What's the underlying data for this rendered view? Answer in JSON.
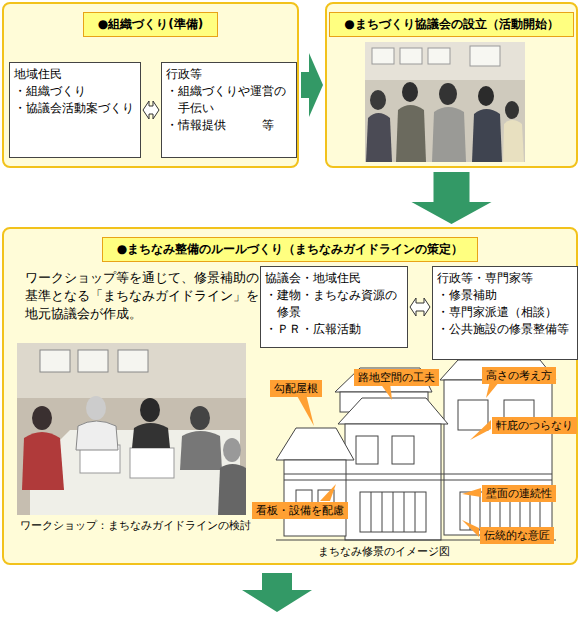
{
  "diagram": {
    "nodes": [
      {
        "text": [
          "●組織づくり(準備)"
        ]
      },
      {
        "text": [
          "地域住民",
          "・組織づくり",
          "・協議会活動案づくり"
        ],
        "in": 0
      },
      {
        "text": [
          "行政等",
          "・組織づくりや運営の手伝い",
          "・情報提供　　　等"
        ],
        "in": 0
      },
      {
        "text": [
          "●まちづくり協議会の設立（活動開始）"
        ]
      },
      {
        "text": [
          "●まちなみ整備のルールづくり（まちなみガイドラインの策定）",
          "ワークショップ等を通じて、修景補助の基準となる「まちなみガイドライン」を地元協議会が作成。"
        ]
      },
      {
        "text": [
          "協議会・地域住民",
          "・建物・まちなみ資源の修景",
          "・ＰＲ・広報活動"
        ],
        "in": 4
      },
      {
        "text": [
          "行政等・専門家等",
          "・修景補助",
          "・専門家派遣（相談）",
          "・公共施設の修景整備等"
        ],
        "in": 4
      },
      {
        "text": [
          "勾配屋根"
        ],
        "in": 4
      },
      {
        "text": [
          "路地空間の工夫"
        ],
        "in": 4
      },
      {
        "text": [
          "高さの考え方"
        ],
        "in": 4
      },
      {
        "text": [
          "軒庇のつらなり"
        ],
        "in": 4
      },
      {
        "text": [
          "壁面の連続性"
        ],
        "in": 4
      },
      {
        "text": [
          "看板・設備を配慮"
        ],
        "in": 4
      },
      {
        "text": [
          "伝統的な意匠"
        ],
        "in": 4
      }
    ],
    "edges": [
      {
        "from": 0,
        "to": 3,
        "arrow": "to"
      },
      {
        "from": 1,
        "to": 2,
        "arrow": "both"
      },
      {
        "from": 3,
        "to": 4,
        "arrow": "to"
      },
      {
        "from": 5,
        "to": 6,
        "arrow": "both"
      }
    ],
    "labels": [
      "ワークショップ：まちなみガイドラインの検討",
      "まちなみ修景のイメージ図"
    ]
  }
}
